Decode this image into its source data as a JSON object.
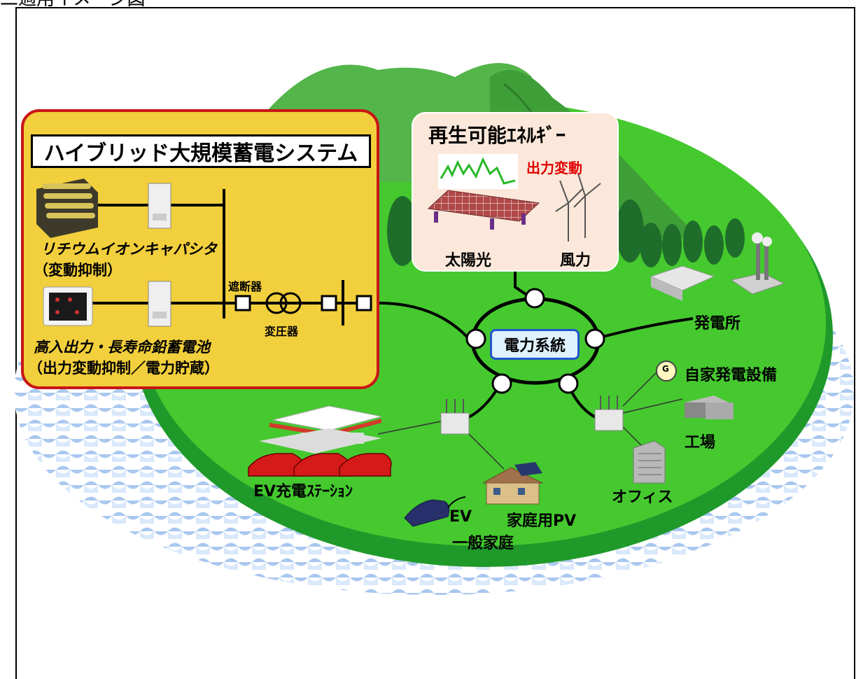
{
  "page": {
    "cut_title": "二適用イメージ図"
  },
  "hybrid_system": {
    "title": "ハイブリッド大規模蓄電システム",
    "capacitor_label": "リチウムイオンキャパシタ",
    "capacitor_role": "（変動抑制）",
    "battery_label": "高入出力・長寿命鉛蓄電池",
    "battery_role": "（出力変動抑制／電力貯蔵）",
    "breaker_label": "遮断器",
    "transformer_label": "変圧器"
  },
  "renewable": {
    "title": "再生可能ｴﾈﾙｷﾞｰ",
    "fluctuation_label": "出力変動",
    "solar_label": "太陽光",
    "wind_label": "風力"
  },
  "grid": {
    "label": "電力系統"
  },
  "consumers": {
    "power_plant": "発電所",
    "private_generation": "自家発電設備",
    "generator_symbol": "G",
    "factory": "工場",
    "office": "オフィス",
    "ev_station": "EV充電ｽﾃｰｼｮﾝ",
    "ev": "EV",
    "home_pv": "家庭用PV",
    "household": "一般家庭"
  },
  "colors": {
    "hybrid_fill": "#f2cf3c",
    "hybrid_border": "#c81616",
    "renewable_fill": "#fbe8da",
    "ground": "#3fc22a",
    "water": "#c6dcf5",
    "fluctuation_text": "#e00000",
    "grid_border": "#2255cc"
  }
}
